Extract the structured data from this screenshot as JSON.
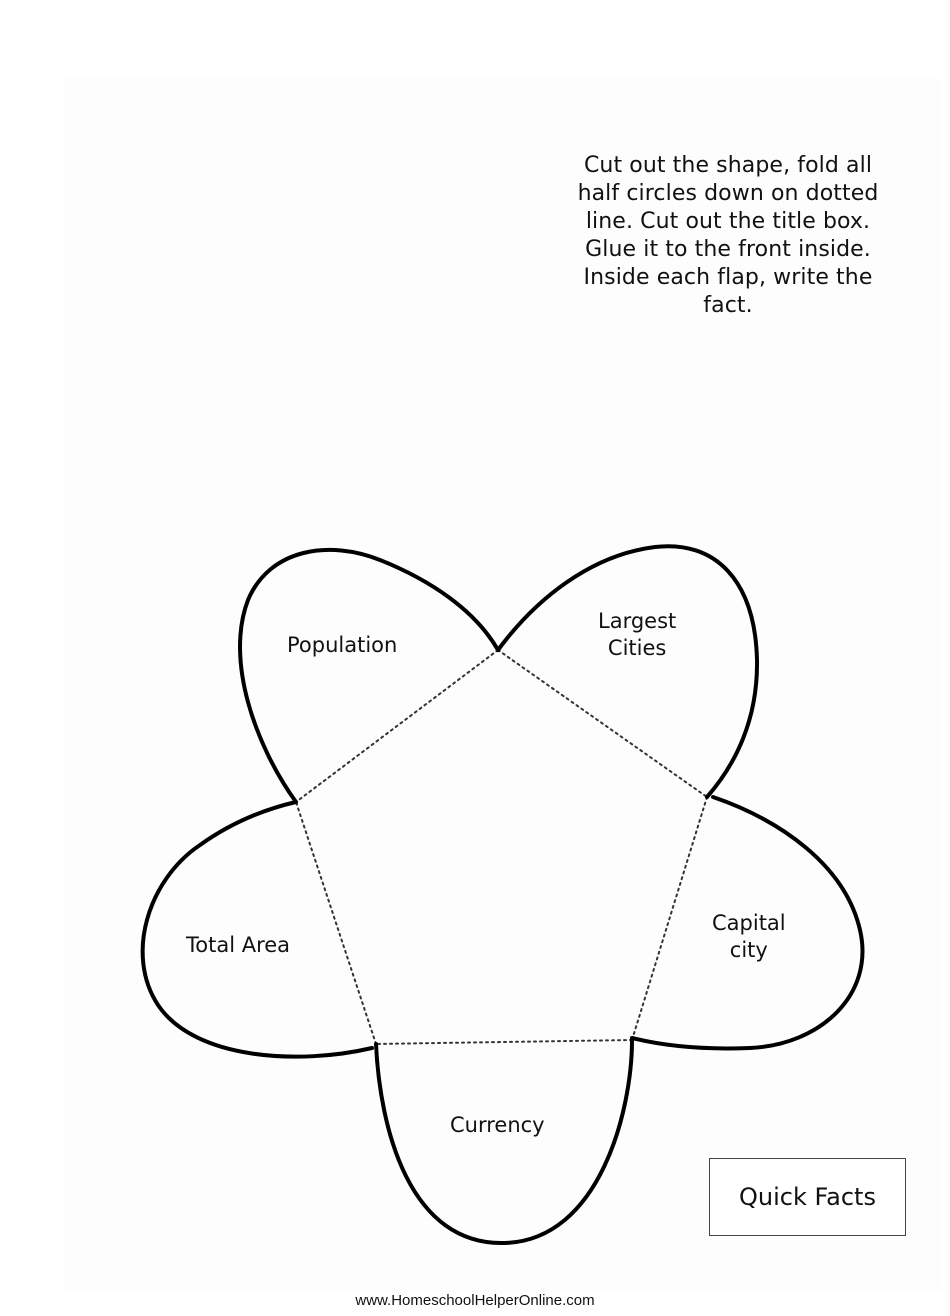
{
  "instructions": {
    "lines": [
      "Cut out the shape, fold all",
      "half circles down on dotted",
      "line.  Cut out the title box.",
      "Glue it to the front inside.",
      "Inside each flap, write the",
      "fact."
    ]
  },
  "flower": {
    "petals": [
      {
        "id": "population",
        "lines": [
          "Population"
        ]
      },
      {
        "id": "largest-cities",
        "lines": [
          "Largest",
          "Cities"
        ]
      },
      {
        "id": "capital-city",
        "lines": [
          "Capital",
          "city"
        ]
      },
      {
        "id": "currency",
        "lines": [
          "Currency"
        ]
      },
      {
        "id": "total-area",
        "lines": [
          "Total Area"
        ]
      }
    ],
    "stroke_color": "#000000"
  },
  "title_box": {
    "label": "Quick Facts"
  },
  "footer": {
    "url_text": "www.HomeschoolHelperOnline.com"
  }
}
